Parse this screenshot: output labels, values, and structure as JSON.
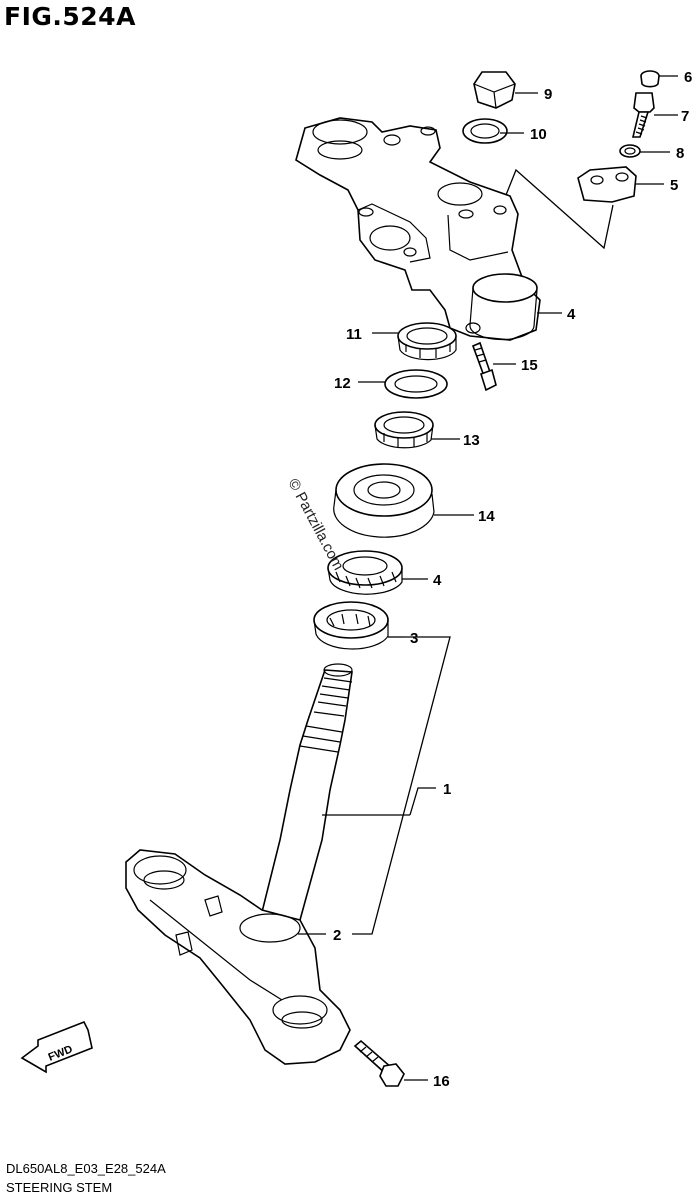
{
  "figure": {
    "title": "FIG.524A",
    "model_code": "DL650AL8_E03_E28_524A",
    "name": "STEERING STEM"
  },
  "watermark": "© Partzilla.com",
  "fwd_arrow": "FWD",
  "callouts": [
    {
      "id": "c9",
      "label": "9"
    },
    {
      "id": "c6",
      "label": "6"
    },
    {
      "id": "c7",
      "label": "7"
    },
    {
      "id": "c10",
      "label": "10"
    },
    {
      "id": "c8",
      "label": "8"
    },
    {
      "id": "c5",
      "label": "5"
    },
    {
      "id": "c4a",
      "label": "4"
    },
    {
      "id": "c11",
      "label": "11"
    },
    {
      "id": "c15",
      "label": "15"
    },
    {
      "id": "c12",
      "label": "12"
    },
    {
      "id": "c13",
      "label": "13"
    },
    {
      "id": "c14",
      "label": "14"
    },
    {
      "id": "c4b",
      "label": "4"
    },
    {
      "id": "c3",
      "label": "3"
    },
    {
      "id": "c1",
      "label": "1"
    },
    {
      "id": "c2",
      "label": "2"
    },
    {
      "id": "c16",
      "label": "16"
    }
  ]
}
